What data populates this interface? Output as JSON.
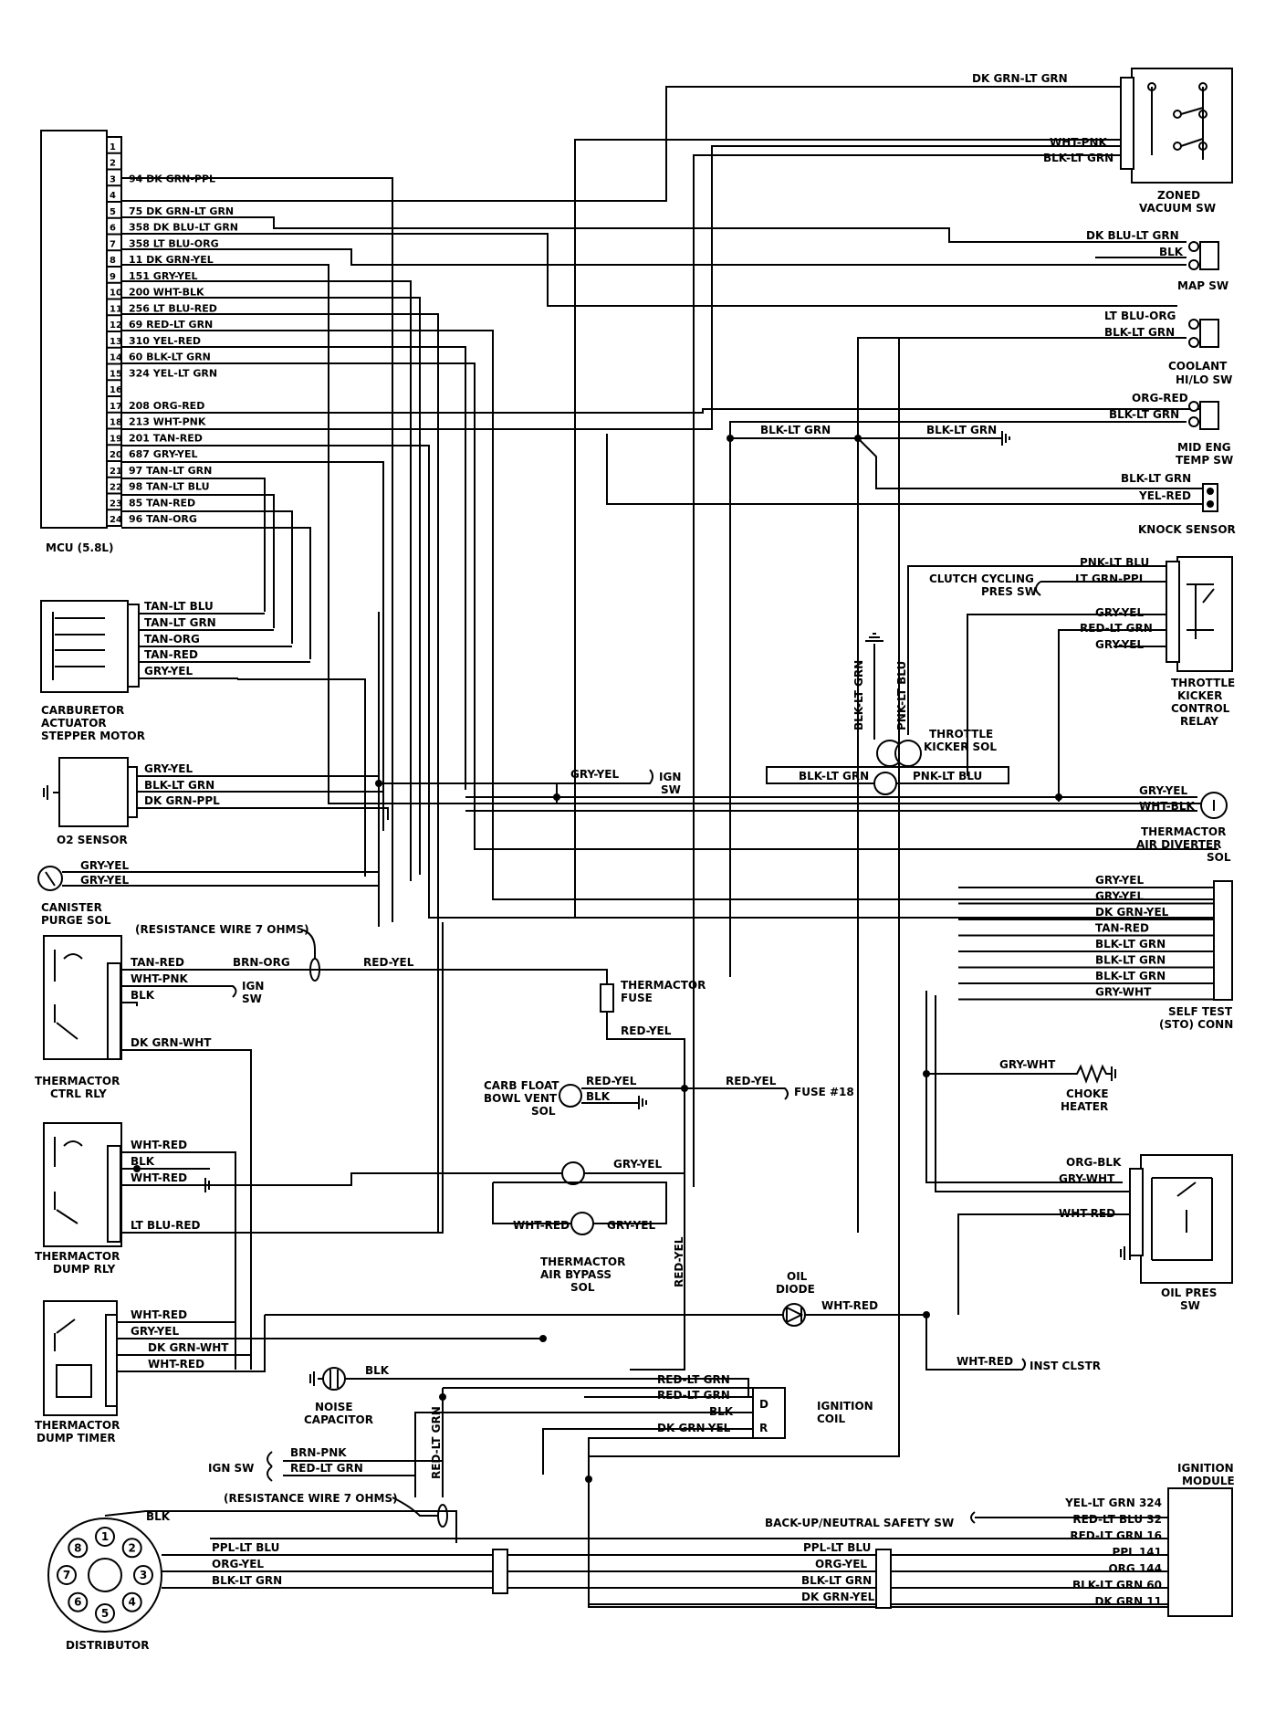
{
  "mcu": {
    "name": "MCU (5.8L)",
    "pins": [
      "1",
      "2",
      "3",
      "4",
      "5",
      "6",
      "7",
      "8",
      "9",
      "10",
      "11",
      "12",
      "13",
      "14",
      "15",
      "16",
      "17",
      "18",
      "19",
      "20",
      "21",
      "22",
      "23",
      "24"
    ],
    "wires": [
      {
        "pin": 3,
        "label": "94 DK GRN-PPL"
      },
      {
        "pin": 5,
        "label": "75 DK GRN-LT GRN"
      },
      {
        "pin": 6,
        "label": "358 DK BLU-LT GRN"
      },
      {
        "pin": 7,
        "label": "358 LT BLU-ORG"
      },
      {
        "pin": 8,
        "label": "11 DK GRN-YEL"
      },
      {
        "pin": 9,
        "label": "151 GRY-YEL"
      },
      {
        "pin": 10,
        "label": "200 WHT-BLK"
      },
      {
        "pin": 11,
        "label": "256 LT BLU-RED"
      },
      {
        "pin": 12,
        "label": "69 RED-LT GRN"
      },
      {
        "pin": 13,
        "label": "310 YEL-RED"
      },
      {
        "pin": 14,
        "label": "60 BLK-LT GRN"
      },
      {
        "pin": 15,
        "label": "324 YEL-LT GRN"
      },
      {
        "pin": 17,
        "label": "208 ORG-RED"
      },
      {
        "pin": 18,
        "label": "213 WHT-PNK"
      },
      {
        "pin": 19,
        "label": "201 TAN-RED"
      },
      {
        "pin": 20,
        "label": "687 GRY-YEL"
      },
      {
        "pin": 21,
        "label": "97 TAN-LT GRN"
      },
      {
        "pin": 22,
        "label": "98 TAN-LT BLU"
      },
      {
        "pin": 23,
        "label": "85 TAN-RED"
      },
      {
        "pin": 24,
        "label": "96 TAN-ORG"
      }
    ]
  },
  "components": {
    "zoned_vacuum": {
      "name1": "ZONED",
      "name2": "VACUUM SW",
      "w1": "DK GRN-LT GRN",
      "w2": "WHT-PNK",
      "w3": "BLK-LT GRN"
    },
    "map_sw": {
      "name": "MAP SW",
      "w1": "DK BLU-LT GRN",
      "w2": "BLK"
    },
    "coolant": {
      "name1": "COOLANT",
      "name2": "HI/LO SW",
      "w1": "LT BLU-ORG",
      "w2": "BLK-LT GRN"
    },
    "mid_eng": {
      "name1": "MID ENG",
      "name2": "TEMP SW",
      "w1": "ORG-RED",
      "w2": "BLK-LT GRN"
    },
    "ground_run": {
      "w1": "BLK-LT GRN",
      "w2": "BLK-LT GRN"
    },
    "knock": {
      "name": "KNOCK SENSOR",
      "w1": "BLK-LT GRN",
      "w2": "YEL-RED"
    },
    "clutch": {
      "name1": "CLUTCH CYCLING",
      "name2": "PRES SW"
    },
    "kicker_relay": {
      "name1": "THROTTLE",
      "name2": "KICKER",
      "name3": "CONTROL",
      "name4": "RELAY",
      "w1": "PNK-LT BLU",
      "w2": "LT GRN-PPL",
      "w3": "GRY-YEL",
      "w4": "RED-LT GRN",
      "w5": "GRY-YEL"
    },
    "kicker_sol": {
      "name1": "THROTTLE",
      "name2": "KICKER SOL",
      "w1": "BLK-LT GRN",
      "w2": "PNK-LT BLU",
      "v1": "BLK-LT GRN",
      "v2": "PNK-LT BLU"
    },
    "carb": {
      "name1": "CARBURETOR",
      "name2": "ACTUATOR",
      "name3": "STEPPER MOTOR",
      "w1": "TAN-LT BLU",
      "w2": "TAN-LT GRN",
      "w3": "TAN-ORG",
      "w4": "TAN-RED",
      "w5": "GRY-YEL"
    },
    "o2": {
      "name": "O2 SENSOR",
      "w1": "GRY-YEL",
      "w2": "BLK-LT GRN",
      "w3": "DK GRN-PPL"
    },
    "ign_sw_top": {
      "wire": "GRY-YEL",
      "name1": "IGN",
      "name2": "SW"
    },
    "air_diverter": {
      "name1": "THERMACTOR",
      "name2": "AIR DIVERTER",
      "name3": "SOL",
      "w1": "GRY-YEL",
      "w2": "WHT-BLK"
    },
    "canister": {
      "name1": "CANISTER",
      "name2": "PURGE SOL",
      "w1": "GRY-YEL",
      "w2": "GRY-YEL"
    },
    "self_test": {
      "name1": "SELF TEST",
      "name2": "(STO) CONN",
      "w": [
        "GRY-YEL",
        "GRY-YEL",
        "DK GRN-YEL",
        "TAN-RED",
        "BLK-LT GRN",
        "BLK-LT GRN",
        "BLK-LT GRN",
        "GRY-WHT"
      ]
    },
    "resistance_top": "(RESISTANCE WIRE 7 OHMS)",
    "ctrl_rly": {
      "name1": "THERMACTOR",
      "name2": "CTRL RLY",
      "w1": "TAN-RED",
      "w1b": "BRN-ORG",
      "w1c": "RED-YEL",
      "w2": "WHT-PNK",
      "w3": "BLK",
      "w4": "DK GRN-WHT",
      "ign1": "IGN",
      "ign2": "SW"
    },
    "therm_fuse": {
      "name1": "THERMACTOR",
      "name2": "FUSE",
      "wire": "RED-YEL"
    },
    "carb_float": {
      "name1": "CARB FLOAT",
      "name2": "BOWL VENT",
      "name3": "SOL",
      "w1": "RED-YEL",
      "w2": "BLK",
      "w3": "RED-YEL",
      "fuse": "FUSE #18"
    },
    "choke": {
      "name1": "CHOKE",
      "name2": "HEATER",
      "wire": "GRY-WHT"
    },
    "dump_rly": {
      "name1": "THERMACTOR",
      "name2": "DUMP RLY",
      "w1": "WHT-RED",
      "w2": "BLK",
      "w3": "WHT-RED",
      "w4": "LT BLU-RED"
    },
    "air_bypass": {
      "name1": "THERMACTOR",
      "name2": "AIR BYPASS",
      "name3": "SOL",
      "w1": "GRY-YEL",
      "w2": "WHT-RED",
      "w3": "GRY-YEL",
      "v": "RED-YEL"
    },
    "oil_pres": {
      "name1": "OIL PRES",
      "name2": "SW",
      "w1": "ORG-BLK",
      "w2": "GRY-WHT",
      "w3": "WHT-RED"
    },
    "oil_diode": {
      "name1": "OIL",
      "name2": "DIODE",
      "wire": "WHT-RED"
    },
    "inst_clstr": {
      "wire": "WHT-RED",
      "name": "INST CLSTR"
    },
    "dump_timer": {
      "name1": "THERMACTOR",
      "name2": "DUMP TIMER",
      "w1": "WHT-RED",
      "w2": "GRY-YEL",
      "w3": "DK GRN-WHT",
      "w4": "WHT-RED"
    },
    "noise_cap": {
      "name1": "NOISE",
      "name2": "CAPACITOR",
      "wire": "BLK"
    },
    "ign_coil": {
      "name1": "IGNITION",
      "name2": "COIL",
      "w1": "RED-LT GRN",
      "w2": "RED-LT GRN",
      "w3": "BLK",
      "w4": "DK GRN-YEL",
      "t1": "D",
      "t2": "R"
    },
    "ign_sw_bottom": {
      "name": "IGN SW",
      "w1": "BRN-PNK",
      "w2": "RED-LT GRN",
      "v": "RED-LT GRN"
    },
    "resistance_bottom": "(RESISTANCE WIRE 7 OHMS)",
    "ign_module": {
      "name1": "IGNITION",
      "name2": "MODULE",
      "w": [
        "YEL-LT GRN 324",
        "RED-LT BLU 32",
        "RED-LT GRN 16",
        "PPL 141",
        "ORG 144",
        "BLK-LT GRN 60",
        "DK GRN 11"
      ],
      "backup": "BACK-UP/NEUTRAL SAFETY SW"
    },
    "distributor": {
      "name": "DISTRIBUTOR",
      "pins": [
        "1",
        "2",
        "3",
        "4",
        "5",
        "6",
        "7",
        "8"
      ],
      "w0": "BLK",
      "w1": "PPL-LT BLU",
      "w2": "ORG-YEL",
      "w3": "BLK-LT GRN",
      "r1": "PPL-LT BLU",
      "r2": "ORG-YEL",
      "r3": "BLK-LT GRN",
      "r4": "DK GRN-YEL"
    }
  }
}
